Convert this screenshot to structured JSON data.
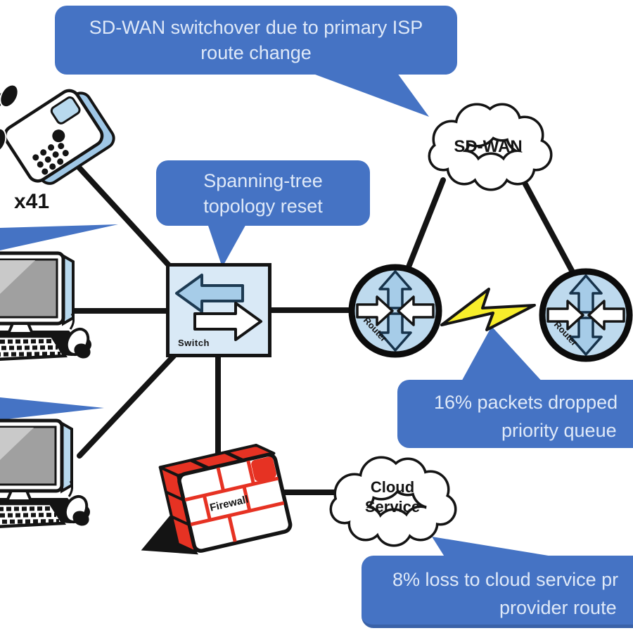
{
  "callouts": {
    "sdwan_switchover": {
      "line1": "SD-WAN switchover due to primary ISP",
      "line2": "route change"
    },
    "spanning_tree": {
      "line1": "Spanning-tree",
      "line2": "topology reset"
    },
    "packets_dropped": {
      "line1": "16% packets dropped",
      "line2": "priority queue"
    },
    "cloud_provider_loss": {
      "line1": "8% loss to cloud service pr",
      "line2": "provider route"
    }
  },
  "nodes": {
    "phone": {
      "label": "x41"
    },
    "switch": {
      "label": "Switch"
    },
    "router_left": {
      "label": "Router"
    },
    "router_right": {
      "label": "Router"
    },
    "sdwan_cloud": {
      "label": "SD-WAN"
    },
    "cloud_service": {
      "label_line1": "Cloud",
      "label_line2": "Service"
    },
    "firewall": {
      "label": "Firewall"
    }
  },
  "colors": {
    "callout_blue": "#4573c4",
    "callout_text": "#dfe9f8",
    "line_black": "#141414",
    "lightning_yellow": "#f8ee2b",
    "firewall_red": "#e63223",
    "device_light_blue": "#b8d9ee"
  }
}
